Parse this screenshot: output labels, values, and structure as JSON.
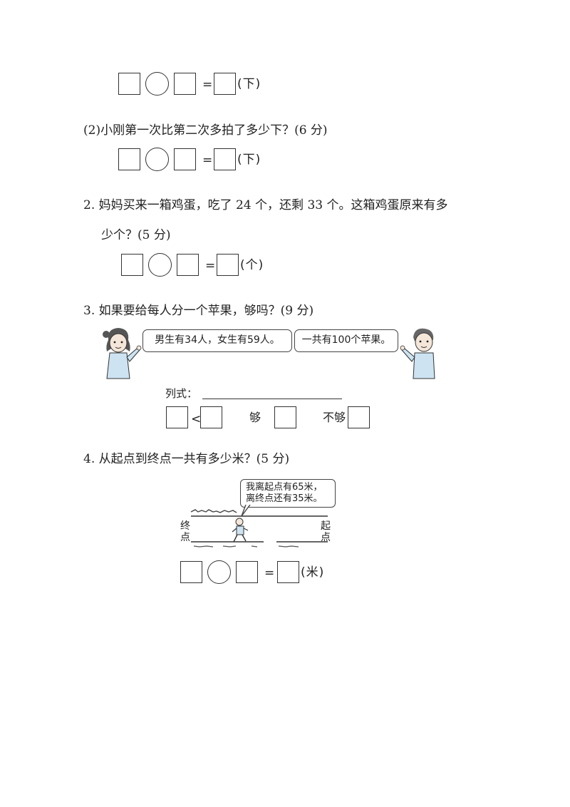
{
  "eq_unit_xia": "(下)",
  "eq_unit_ge": "(个)",
  "eq_unit_mi": "(米)",
  "equals": "=",
  "q1_2": "(2)小刚第一次比第二次多拍了多少下？(6 分)",
  "q2_line1": "2.  妈妈买来一箱鸡蛋，吃了 24 个，还剩 33 个。这箱鸡蛋原来有多",
  "q2_line2": "少个？(5 分)",
  "q3": "3.  如果要给每人分一个苹果，够吗？(9 分)",
  "q3_bubble_girl": "男生有34人，女生有59人。",
  "q3_bubble_boy": "一共有100个苹果。",
  "q3_formula_label": "列式：",
  "q3_less_than": "<",
  "q3_enough": "够",
  "q3_not_enough": "不够",
  "q4": "4.  从起点到终点一共有多少米？(5 分)",
  "q4_bubble_line1": "我离起点有65米，",
  "q4_bubble_line2": "离终点还有35米。",
  "q4_end_label": [
    "终",
    "点"
  ],
  "q4_start_label": [
    "起",
    "点"
  ]
}
